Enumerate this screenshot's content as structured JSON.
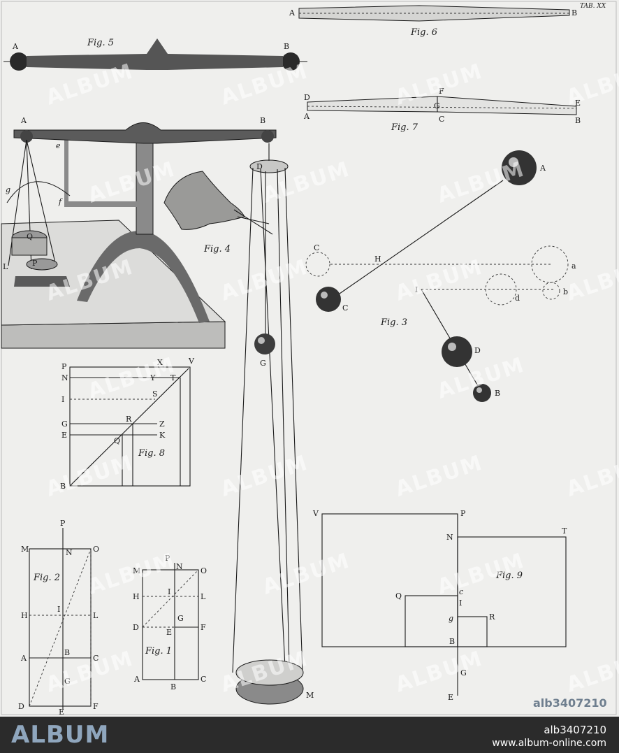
{
  "plate": {
    "tab_label": "TAB. XX",
    "figures": {
      "fig5": {
        "caption": "Fig. 5",
        "labels": [
          "A",
          "B"
        ]
      },
      "fig6": {
        "caption": "Fig. 6",
        "labels": [
          "A",
          "B"
        ]
      },
      "fig7": {
        "caption": "Fig. 7",
        "labels": [
          "D",
          "F",
          "E",
          "A",
          "G",
          "C",
          "B"
        ]
      },
      "fig4": {
        "caption": "Fig. 4",
        "labels": [
          "A",
          "B",
          "D",
          "g",
          "f",
          "Q",
          "P",
          "L",
          "G",
          "M",
          "e"
        ]
      },
      "fig3": {
        "caption": "Fig. 3",
        "labels": [
          "A",
          "C",
          "H",
          "a",
          "I",
          "d",
          "b",
          "C",
          "D",
          "B"
        ]
      },
      "fig8": {
        "caption": "Fig. 8",
        "labels": [
          "P",
          "X",
          "V",
          "N",
          "Y",
          "T",
          "I",
          "S",
          "G",
          "R",
          "Z",
          "E",
          "K",
          "Q",
          "B"
        ]
      },
      "fig2": {
        "caption": "Fig. 2",
        "labels": [
          "P",
          "M",
          "N",
          "O",
          "H",
          "I",
          "L",
          "A",
          "B",
          "C",
          "G",
          "D",
          "E",
          "F"
        ]
      },
      "fig1": {
        "caption": "Fig. 1",
        "labels": [
          "P",
          "M",
          "N",
          "O",
          "H",
          "I",
          "L",
          "G",
          "D",
          "E",
          "F",
          "A",
          "B",
          "C"
        ]
      },
      "fig9": {
        "caption": "Fig. 9",
        "labels": [
          "V",
          "P",
          "N",
          "T",
          "Q",
          "c",
          "I",
          "g",
          "R",
          "B",
          "G",
          "E"
        ]
      }
    }
  },
  "watermark": {
    "text": "ALBUM"
  },
  "stamp": {
    "text": "alb3407210"
  },
  "footer": {
    "logo": "ALBUM",
    "image_id": "alb3407210",
    "url": "www.album-online.com"
  },
  "colors": {
    "paper": "#efefed",
    "ink": "#1b1b1b",
    "footer_bg": "#2b2b2b",
    "logo": "#8fa6bd"
  }
}
